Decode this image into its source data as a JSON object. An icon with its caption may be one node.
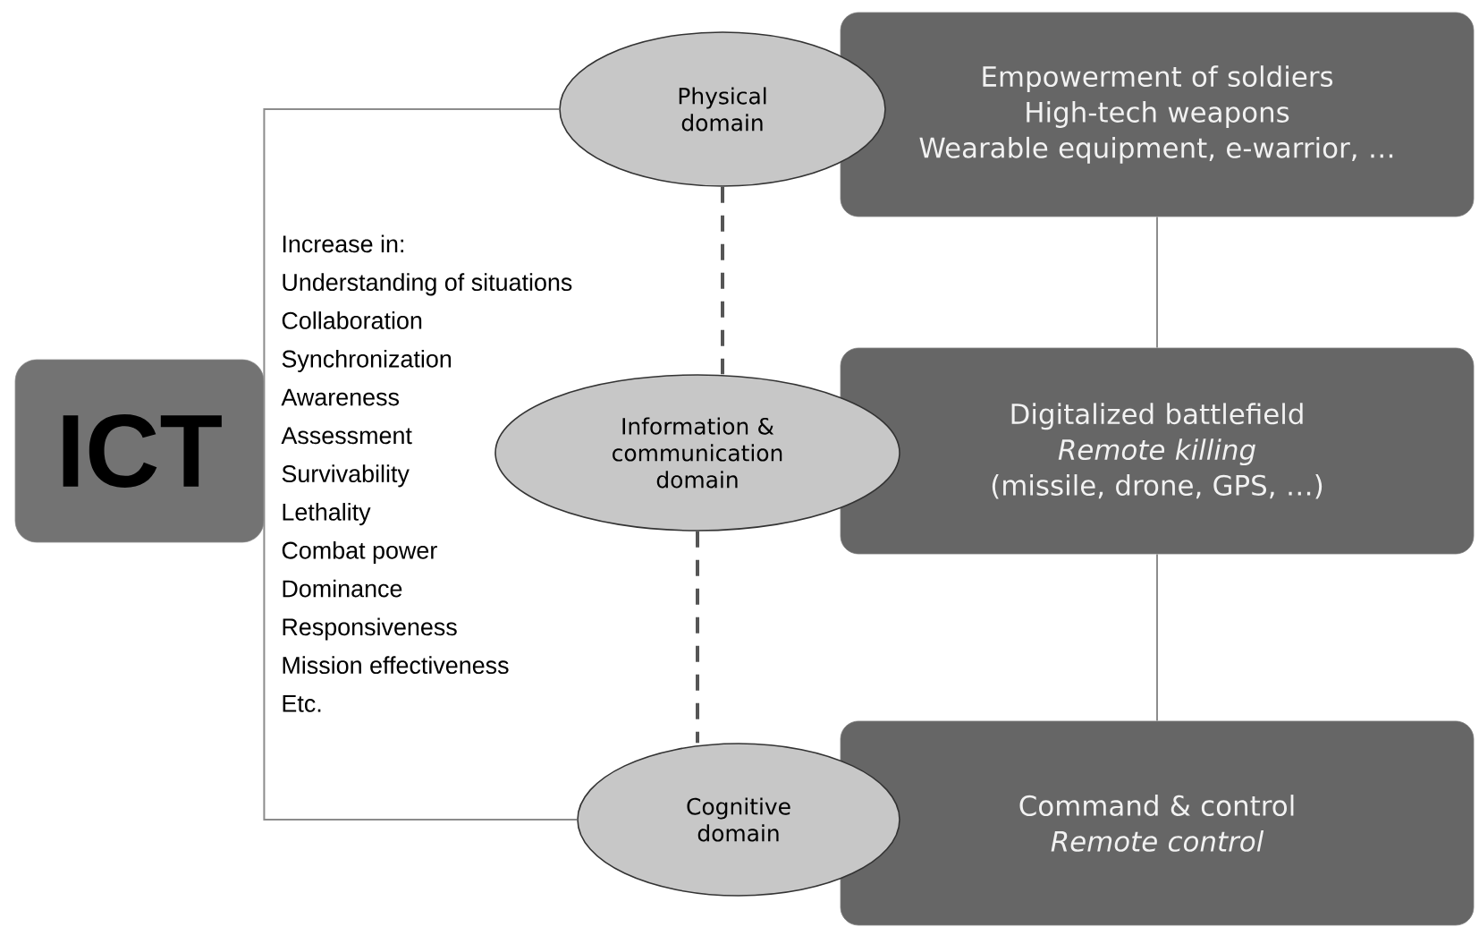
{
  "diagram": {
    "nodes": [
      {
        "text": [
          "ICT"
        ]
      },
      {
        "text": [
          "Physical domain"
        ]
      },
      {
        "text": [
          "Empowerment of soldiers",
          "High-tech weapons",
          "Wearable equipment, e-warrior, …"
        ]
      },
      {
        "text": [
          "Information & communication domain"
        ]
      },
      {
        "text": [
          "Digitalized battlefield",
          "Remote killing",
          "(missile, drone, GPS, …)"
        ]
      },
      {
        "text": [
          "Cognitive domain"
        ]
      },
      {
        "text": [
          "Command & control",
          "Remote control"
        ]
      }
    ],
    "edges": [
      {
        "from": 0,
        "to": 1,
        "arrow": "none"
      },
      {
        "from": 0,
        "to": 5,
        "arrow": "none"
      },
      {
        "from": 1,
        "to": 3,
        "arrow": "none",
        "style": "dashed",
        "color": "#555555"
      },
      {
        "from": 3,
        "to": 5,
        "arrow": "none",
        "style": "dashed",
        "color": "#555555"
      },
      {
        "from": 2,
        "to": 4,
        "arrow": "none"
      },
      {
        "from": 4,
        "to": 6,
        "arrow": "none"
      }
    ],
    "labels": [
      "Increase in:",
      "Understanding of situations",
      "Collaboration",
      "Synchronization",
      "Awareness",
      "Assessment",
      "Survivability",
      "Lethality",
      "Combat power",
      "Dominance",
      "Responsiveness",
      "Mission effectiveness",
      "Etc."
    ]
  }
}
